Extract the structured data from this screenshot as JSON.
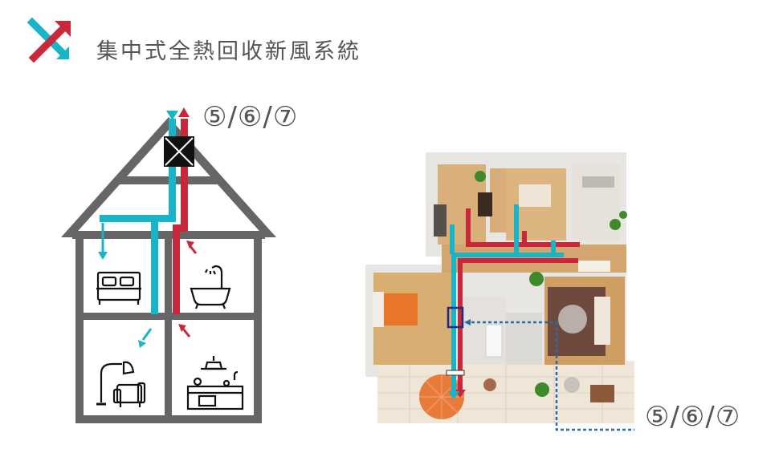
{
  "header": {
    "title": "集中式全熱回收新風系統",
    "logo_icon": "crossed-arrows-icon"
  },
  "labels": {
    "unit_numbers_top": "⑤/⑥/⑦",
    "unit_numbers_bottom": "⑤/⑥/⑦"
  },
  "colors": {
    "fresh_air": "#19b4c8",
    "exhaust_air": "#c8283a",
    "house_outline": "#666666",
    "guide_line": "#2a6aa8"
  },
  "house": {
    "rooms": [
      {
        "name": "bedroom",
        "icon": "bed-icon"
      },
      {
        "name": "bathroom",
        "icon": "bathtub-icon"
      },
      {
        "name": "living-room",
        "icon": "floor-lamp-armchair-icon"
      },
      {
        "name": "kitchen",
        "icon": "kitchen-stove-hood-icon"
      }
    ],
    "unit_icon": "heat-recovery-unit-icon"
  }
}
